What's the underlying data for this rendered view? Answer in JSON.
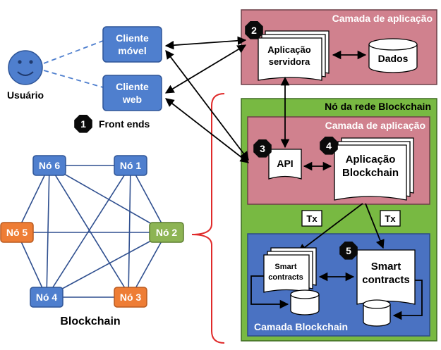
{
  "user": {
    "label": "Usuário"
  },
  "clients": {
    "mobile": [
      "Cliente",
      "móvel"
    ],
    "web": [
      "Cliente",
      "web"
    ],
    "front_ends_label": "Front ends",
    "badge": "1"
  },
  "server_layer": {
    "title": "Camada de aplicação",
    "badge": "2",
    "app_server": [
      "Aplicação",
      "servidora"
    ],
    "data": "Dados"
  },
  "blockchain_node": {
    "title": "Nó da rede Blockchain",
    "app_layer": {
      "title": "Camada de aplicação",
      "api_badge": "3",
      "api": "API",
      "app_badge": "4",
      "app": [
        "Aplicação",
        "Blockchain"
      ]
    },
    "tx_labels": [
      "Tx",
      "Tx"
    ],
    "chain_layer": {
      "title": "Camada Blockchain",
      "smart_small": [
        "Smart",
        "contracts"
      ],
      "badge": "5",
      "smart_large": [
        "Smart",
        "contracts"
      ]
    }
  },
  "network": {
    "caption": "Blockchain",
    "nodes": [
      "Nó 1",
      "Nó 2",
      "Nó 3",
      "Nó 4",
      "Nó 5",
      "Nó 6"
    ]
  },
  "colors": {
    "client_blue": "#4f7fce",
    "pink_layer": "#d0818e",
    "green_layer": "#78b942",
    "blockchain_blue": "#4a72c2",
    "node_orange": "#ee7d35",
    "node_green": "#8db454",
    "bracket_red": "#e02a2a",
    "badge_black": "#0a0a0a"
  }
}
